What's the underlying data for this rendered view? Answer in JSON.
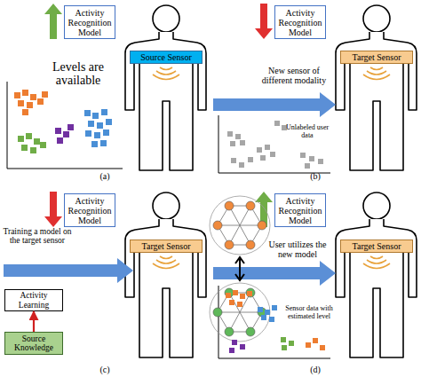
{
  "diagram": {
    "nodes": [
      {
        "text": [
          "Activity Recognition Model"
        ]
      },
      {
        "text": [
          "Source Sensor"
        ]
      },
      {
        "text": [
          "Activity Recognition Model"
        ]
      },
      {
        "text": [
          "Target Sensor"
        ]
      },
      {
        "text": [
          "Activity Recognition Model"
        ]
      },
      {
        "text": [
          "Target Sensor"
        ]
      },
      {
        "text": [
          "Activity Learning"
        ]
      },
      {
        "text": [
          "Source Knowledge"
        ]
      },
      {
        "text": [
          "Activity Recognition Model"
        ]
      },
      {
        "text": [
          "Target Sensor"
        ]
      }
    ],
    "edges": [
      {
        "from": 7,
        "to": 6,
        "arrow": "to"
      }
    ],
    "labels": [
      "Levels are available",
      "New sensor of different modality",
      "Unlabeled user data",
      "Training a model on the target sensor",
      "User utilizes the new model",
      "Sensor data with estimated level",
      "(a)",
      "(b)",
      "(c)",
      "(d)"
    ]
  }
}
